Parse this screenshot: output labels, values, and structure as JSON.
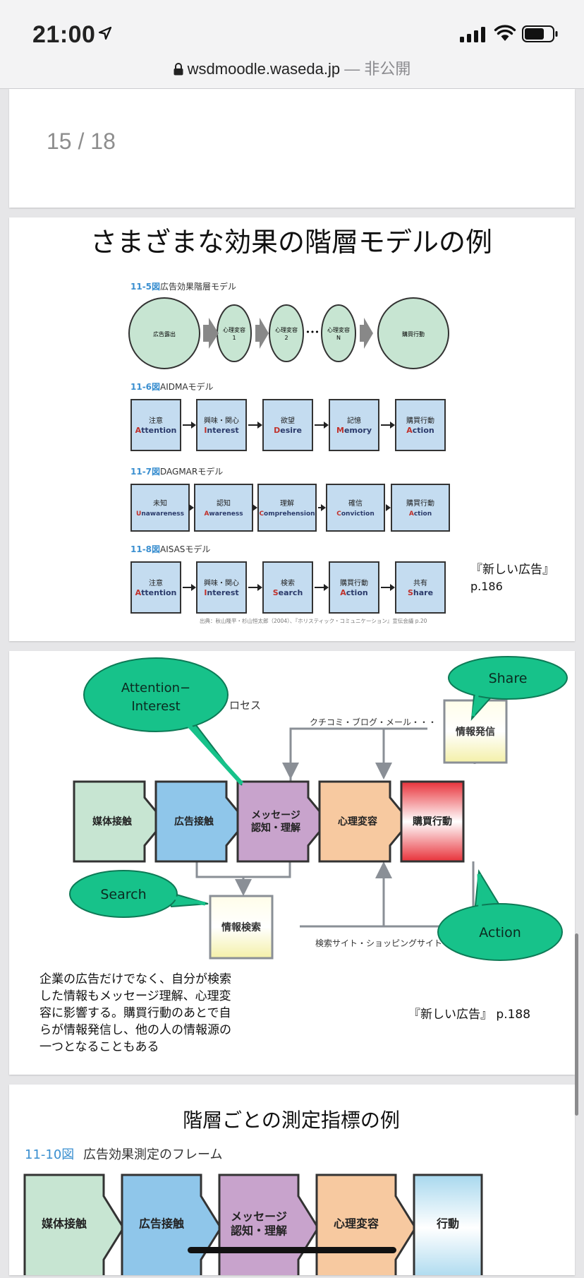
{
  "status": {
    "time": "21:00",
    "url_host": "wsdmoodle.waseda.jp",
    "url_privacy": "— 非公開",
    "icons": [
      "location-arrow-icon",
      "signal-icon",
      "wifi-icon",
      "battery-icon",
      "lock-icon"
    ]
  },
  "pagination": {
    "label": "15 / 18"
  },
  "slide1": {
    "title": "さまざまな効果の階層モデルの例",
    "fig5": {
      "label": "11-5図",
      "title": "広告効果階層モデル",
      "steps": [
        "広告露出",
        "心理変容\n1",
        "心理変容\n2",
        "心理変容\nN",
        "購買行動"
      ],
      "ellipsis": "•••"
    },
    "fig6": {
      "label": "11-6図",
      "title": "AIDMAモデル",
      "steps": [
        {
          "jp": "注意",
          "en": "Attention"
        },
        {
          "jp": "興味・関心",
          "en": "Interest"
        },
        {
          "jp": "欲望",
          "en": "Desire"
        },
        {
          "jp": "記憶",
          "en": "Memory"
        },
        {
          "jp": "購買行動",
          "en": "Action"
        }
      ]
    },
    "fig7": {
      "label": "11-7図",
      "title": "DAGMARモデル",
      "steps": [
        {
          "jp": "未知",
          "en": "Unawareness"
        },
        {
          "jp": "認知",
          "en": "Awareness"
        },
        {
          "jp": "理解",
          "en": "Comprehension"
        },
        {
          "jp": "確信",
          "en": "Conviction"
        },
        {
          "jp": "購買行動",
          "en": "Action"
        }
      ]
    },
    "fig8": {
      "label": "11-8図",
      "title": "AISASモデル",
      "steps": [
        {
          "jp": "注意",
          "en": "Attention"
        },
        {
          "jp": "興味・関心",
          "en": "Interest"
        },
        {
          "jp": "検索",
          "en": "Search"
        },
        {
          "jp": "購買行動",
          "en": "Action"
        },
        {
          "jp": "共有",
          "en": "Share"
        }
      ]
    },
    "source": "出典：秋山隆平・杉山恒太郎（2004）、『ホリスティック・コミュニケーション』宣伝会議 p.20",
    "ref_title": "『新しい広告』",
    "ref_page": "p.186"
  },
  "slide2": {
    "bubbles": {
      "attention": [
        "Attention−",
        "Interest"
      ],
      "share": "Share",
      "search": "Search",
      "action": "Action"
    },
    "partial_title": "ロセス",
    "flow": [
      "媒体接触",
      "広告接触",
      "メッセージ\n認知・理解",
      "心理変容",
      "購買行動"
    ],
    "info_send": "情報発信",
    "info_search": "情報検索",
    "top_channel": "クチコミ・ブログ・メール・・・",
    "bottom_channel": "検索サイト・ショッピングサイト",
    "caption": [
      "企業の広告だけでなく、自分が検索",
      "した情報もメッセージ理解、心理変",
      "容に影響する。購買行動のあとで自",
      "らが情報発信し、他の人の情報源の",
      "一つとなることもある"
    ],
    "ref": "『新しい広告』 p.188"
  },
  "slide3": {
    "title": "階層ごとの測定指標の例",
    "fig_label": "11-10図",
    "fig_title": "広告効果測定のフレーム",
    "flow": [
      "媒体接触",
      "広告接触",
      "メッセージ\n認知・理解",
      "心理変容",
      "行動"
    ]
  },
  "colors": {
    "accent_blue": "#3a8fd0",
    "fig_red": "#c0312b",
    "bubble_green": "#17c28a"
  }
}
